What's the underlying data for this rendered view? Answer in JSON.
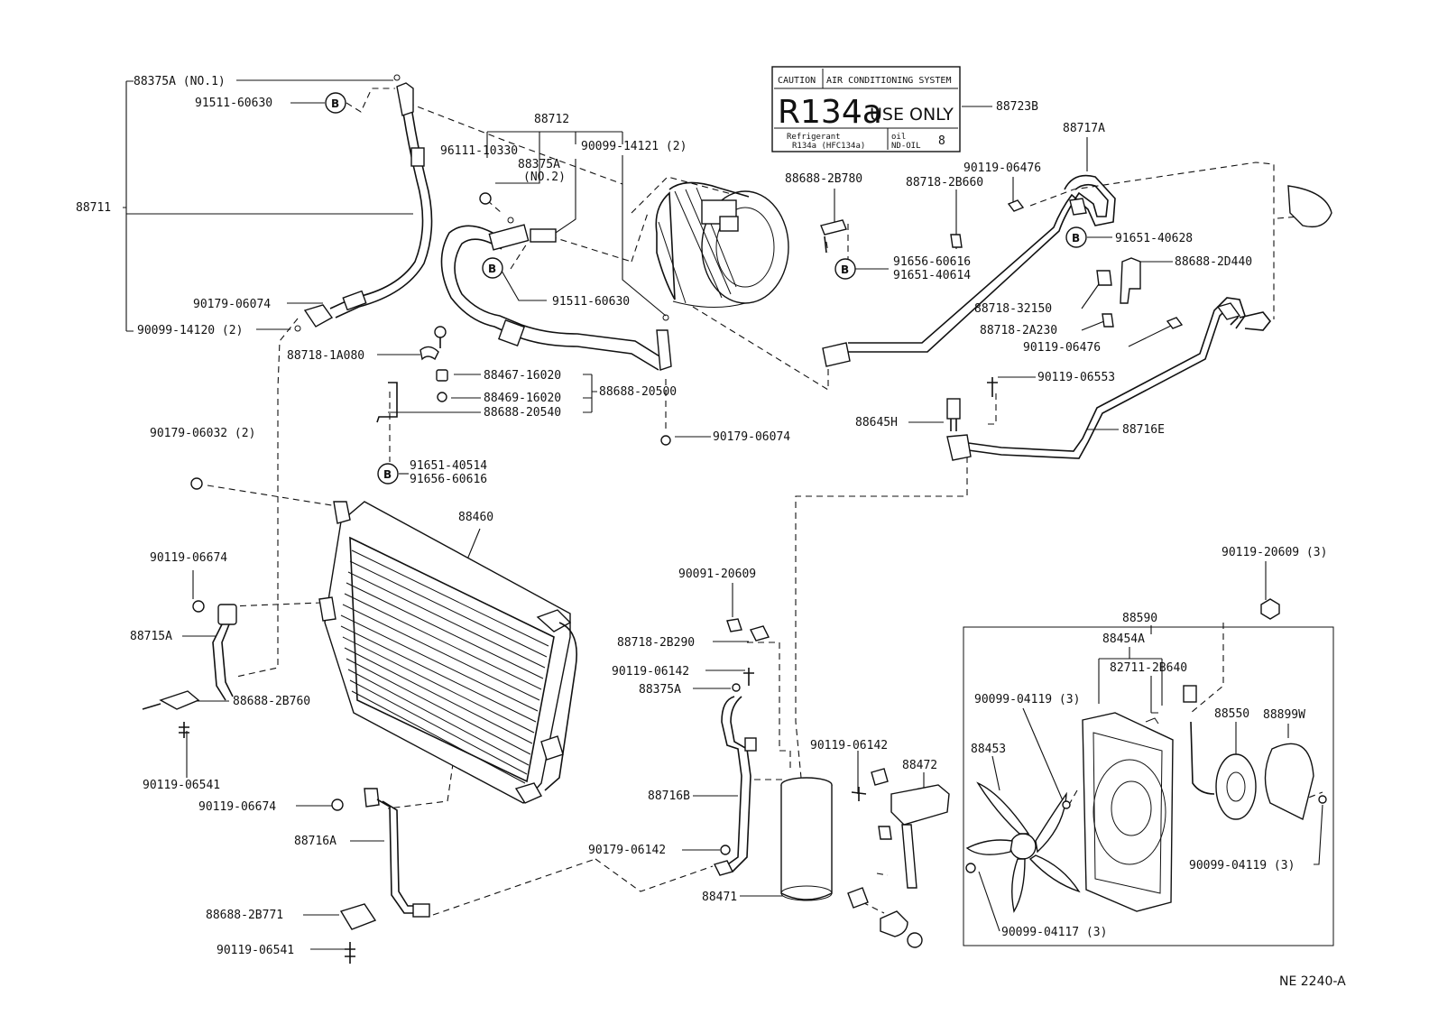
{
  "callouts": [
    {
      "id": "c01",
      "text": "88375A (NO.1)"
    },
    {
      "id": "c02",
      "text": "91511-60630"
    },
    {
      "id": "c03",
      "text": "88711"
    },
    {
      "id": "c04",
      "text": "90179-06074"
    },
    {
      "id": "c05",
      "text": "90099-14120 (2)"
    },
    {
      "id": "c06",
      "text": "88712"
    },
    {
      "id": "c07",
      "text": "96111-10330"
    },
    {
      "id": "c08",
      "text": "88375A"
    },
    {
      "id": "c09",
      "text": "(NO.2)"
    },
    {
      "id": "c10",
      "text": "90099-14121 (2)"
    },
    {
      "id": "c11",
      "text": "91511-60630"
    },
    {
      "id": "c12",
      "text": "88718-1A080"
    },
    {
      "id": "c13",
      "text": "88467-16020"
    },
    {
      "id": "c14",
      "text": "88469-16020"
    },
    {
      "id": "c15",
      "text": "88688-20500"
    },
    {
      "id": "c16",
      "text": "88688-20540"
    },
    {
      "id": "c17",
      "text": "91651-40514"
    },
    {
      "id": "c18",
      "text": "91656-60616"
    },
    {
      "id": "c19",
      "text": "90179-06074"
    },
    {
      "id": "c20",
      "text": "90179-06032 (2)"
    },
    {
      "id": "c21",
      "text": "88460"
    },
    {
      "id": "c22",
      "text": "90119-06674"
    },
    {
      "id": "c23",
      "text": "88715A"
    },
    {
      "id": "c24",
      "text": "88688-2B760"
    },
    {
      "id": "c25",
      "text": "90119-06541"
    },
    {
      "id": "c26",
      "text": "90119-06674"
    },
    {
      "id": "c27",
      "text": "88716A"
    },
    {
      "id": "c28",
      "text": "88688-2B771"
    },
    {
      "id": "c29",
      "text": "90119-06541"
    },
    {
      "id": "c30",
      "text": "88723B"
    },
    {
      "id": "c31",
      "text": "88717A"
    },
    {
      "id": "c32",
      "text": "88688-2B780"
    },
    {
      "id": "c33",
      "text": "88718-2B660"
    },
    {
      "id": "c34",
      "text": "90119-06476"
    },
    {
      "id": "c35",
      "text": "91656-60616"
    },
    {
      "id": "c36",
      "text": "91651-40614"
    },
    {
      "id": "c37",
      "text": "91651-40628"
    },
    {
      "id": "c38",
      "text": "88688-2D440"
    },
    {
      "id": "c39",
      "text": "88718-32150"
    },
    {
      "id": "c40",
      "text": "88718-2A230"
    },
    {
      "id": "c41",
      "text": "90119-06476"
    },
    {
      "id": "c42",
      "text": "90119-06553"
    },
    {
      "id": "c43",
      "text": "88645H"
    },
    {
      "id": "c44",
      "text": "88716E"
    },
    {
      "id": "c45",
      "text": "90091-20609"
    },
    {
      "id": "c46",
      "text": "88718-2B290"
    },
    {
      "id": "c47",
      "text": "90119-06142"
    },
    {
      "id": "c48",
      "text": "88375A"
    },
    {
      "id": "c49",
      "text": "88716B"
    },
    {
      "id": "c50",
      "text": "90179-06142"
    },
    {
      "id": "c51",
      "text": "88471"
    },
    {
      "id": "c52",
      "text": "90119-06142"
    },
    {
      "id": "c53",
      "text": "88472"
    },
    {
      "id": "c54",
      "text": "90119-20609 (3)"
    },
    {
      "id": "c55",
      "text": "88590"
    },
    {
      "id": "c56",
      "text": "88454A"
    },
    {
      "id": "c57",
      "text": "82711-2B640"
    },
    {
      "id": "c58",
      "text": "90099-04119 (3)"
    },
    {
      "id": "c59",
      "text": "88453"
    },
    {
      "id": "c60",
      "text": "88550"
    },
    {
      "id": "c61",
      "text": "88899W"
    },
    {
      "id": "c62",
      "text": "90099-04119 (3)"
    },
    {
      "id": "c63",
      "text": "90099-04117 (3)"
    }
  ],
  "b_marker": "B",
  "label_plate": {
    "caution": "CAUTION",
    "system": "AIR CONDITIONING SYSTEM",
    "main": "R134a",
    "use_only": "USE ONLY",
    "refrigerant": "Refrigerant",
    "refrigerant_type": "R134a (HFC134a)",
    "oil": "oil",
    "oil_type": "ND-OIL",
    "oil_grade": "8"
  },
  "figure_code": "NE 2240-A"
}
